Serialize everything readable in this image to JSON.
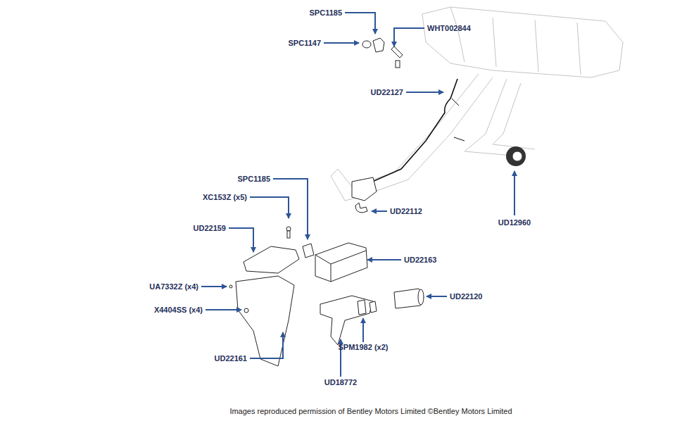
{
  "diagram": {
    "caption": "Images reproduced permission of Bentley Motors Limited ©Bentley Motors Limited",
    "labels": [
      "SPC1185",
      "WHT002844",
      "SPC1147",
      "UD22127",
      "UD12960",
      "SPC1185",
      "XC153Z (x5)",
      "UD22112",
      "UD22159",
      "UD22163",
      "UA7332Z (x4)",
      "UD22120",
      "X4404SS (x4)",
      "SPM1982 (x2)",
      "UD22161",
      "UD18772"
    ]
  }
}
